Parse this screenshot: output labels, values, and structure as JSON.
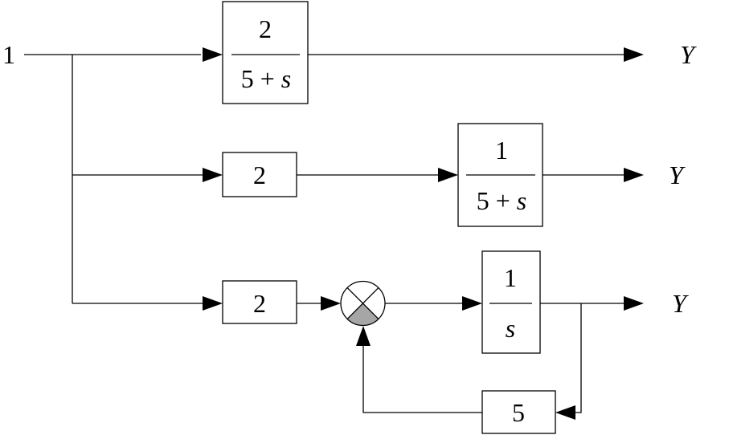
{
  "input": {
    "label": "1"
  },
  "outputs": {
    "top": "Y",
    "middle": "Y",
    "bottom": "Y"
  },
  "blocks": {
    "top_tf": {
      "numerator": "2",
      "den_const": "5",
      "den_op": "+",
      "den_var": "s"
    },
    "middle_gain": {
      "value": "2"
    },
    "middle_tf": {
      "numerator": "1",
      "den_const": "5",
      "den_op": "+",
      "den_var": "s"
    },
    "bottom_gain": {
      "value": "2"
    },
    "integrator": {
      "numerator": "1",
      "denominator": "s"
    },
    "feedback_gain": {
      "value": "5"
    }
  },
  "colors": {
    "line": "#000000",
    "summing_junction_shade": "#a6a6a6"
  }
}
